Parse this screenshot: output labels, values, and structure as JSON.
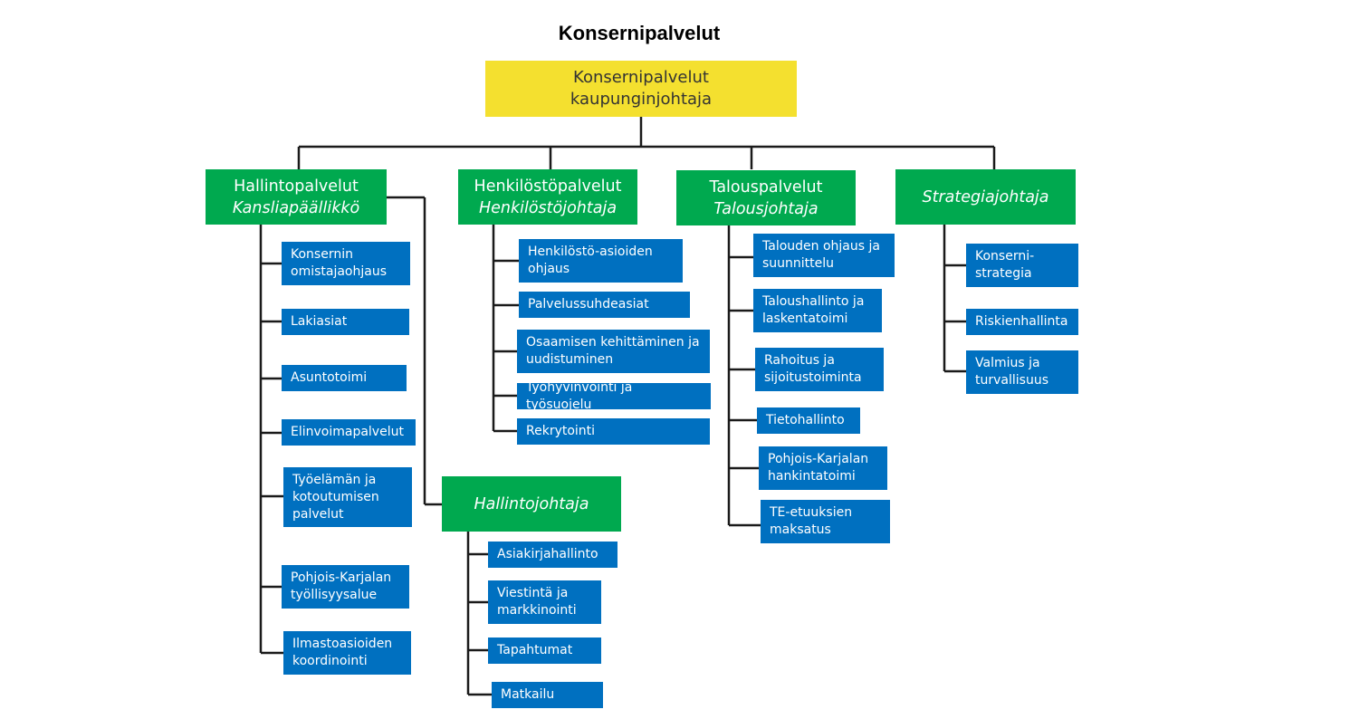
{
  "title": "Konsernipalvelut",
  "top": {
    "line1": "Konsernipalvelut",
    "line2": "kaupunginjohtaja"
  },
  "hallinto": {
    "name": "Hallintopalvelut",
    "role": "Kansliapäällikkö",
    "units": [
      [
        "Konsernin",
        "omistajaohjaus"
      ],
      [
        "Lakiasiat"
      ],
      [
        "Asuntotoimi"
      ],
      [
        "Elinvoimapalvelut"
      ],
      [
        "Työelämän ja",
        "kotoutumisen",
        "palvelut"
      ],
      [
        "Pohjois-Karjalan",
        "työllisyysalue"
      ],
      [
        "Ilmastoasioiden",
        "koordinointi"
      ]
    ]
  },
  "hallintojohtaja": {
    "role": "Hallintojohtaja",
    "units": [
      [
        "Asiakirjahallinto"
      ],
      [
        "Viestintä ja",
        "markkinointi"
      ],
      [
        "Tapahtumat"
      ],
      [
        "Matkailu"
      ]
    ]
  },
  "henkilosto": {
    "name": "Henkilöstöpalvelut",
    "role": "Henkilöstöjohtaja",
    "units": [
      [
        "Henkilöstö-asioiden",
        "ohjaus"
      ],
      [
        "Palvelussuhdeasiat"
      ],
      [
        "Osaamisen kehittäminen ja",
        "uudistuminen"
      ],
      [
        "Työhyvinvointi ja työsuojelu"
      ],
      [
        "Rekrytointi"
      ]
    ]
  },
  "talous": {
    "name": "Talouspalvelut",
    "role": "Talousjohtaja",
    "units": [
      [
        "Talouden ohjaus ja",
        "suunnittelu"
      ],
      [
        "Taloushallinto ja",
        "laskentatoimi"
      ],
      [
        "Rahoitus ja",
        "sijoitustoiminta"
      ],
      [
        "Tietohallinto"
      ],
      [
        "Pohjois-Karjalan",
        "hankintatoimi"
      ],
      [
        "TE-etuuksien",
        "maksatus"
      ]
    ]
  },
  "strategia": {
    "role": "Strategiajohtaja",
    "units": [
      [
        "Konserni-",
        "strategia"
      ],
      [
        "Riskienhallinta"
      ],
      [
        "Valmius ja",
        "turvallisuus"
      ]
    ]
  },
  "colors": {
    "yellow": "#f4e02f",
    "green": "#00a94f",
    "blue": "#0070c0",
    "line": "#1a1a1a"
  }
}
